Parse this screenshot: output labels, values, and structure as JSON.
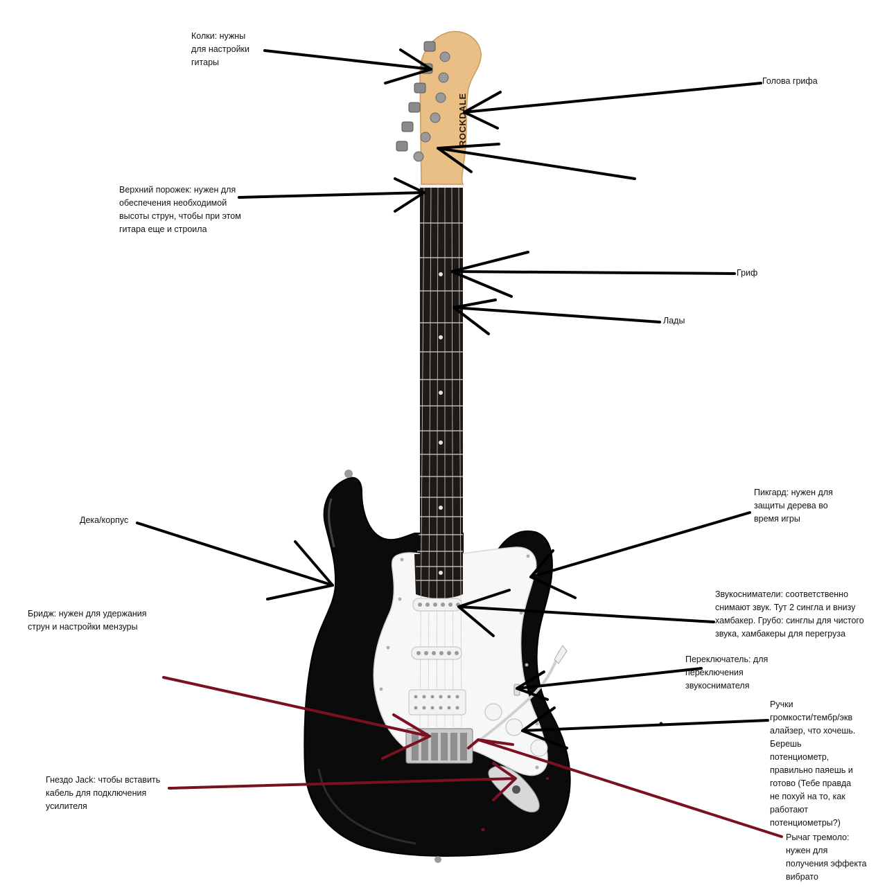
{
  "brand": "ROCKDALE",
  "colors": {
    "body": "#0b0b0b",
    "headstock": "#e9bf86",
    "fretboard": "#1e1915",
    "pickguard": "#f7f7f7",
    "pointer_black": "#000000",
    "pointer_red": "#7a1020"
  },
  "labels": {
    "tuners": "Колки: нужны\nдля настройки\nгитары",
    "headstock": "Голова грифа",
    "nut": "Верхний порожек: нужен для\nобеспечения необходимой\nвысоты струн, чтобы при этом\nгитара еще и строила",
    "neck": "Гриф",
    "frets": "Лады",
    "body": "Дека/корпус",
    "pickguard": "Пикгард: нужен для\nзащиты дерева во\nвремя игры",
    "pickups": "Звукосниматели: соответственно\nснимают звук. Тут 2 сингла и внизу\nхамбакер. Грубо: синглы для чистого\nзвука, хамбакеры для перегруза",
    "bridge": "Бридж: нужен для удержания\nструн и настройки мензуры",
    "switch": "Переключатель: для\nпереключения\nзвукоснимателя",
    "knobs": "Ручки\nгромкости/тембр/экв\nалайзер, что хочешь.\nБерешь\nпотенциометр,\nправильно паяешь и\nготово (Тебе правда\nне похуй на то, как\nработают\nпотенциометры?)",
    "jack": "Гнездо Jack: чтобы вставить\nкабель для подключения\nусилителя",
    "tremolo": "Рычаг тремоло:\nнужен для\nполучения эффекта\nвибрато"
  }
}
